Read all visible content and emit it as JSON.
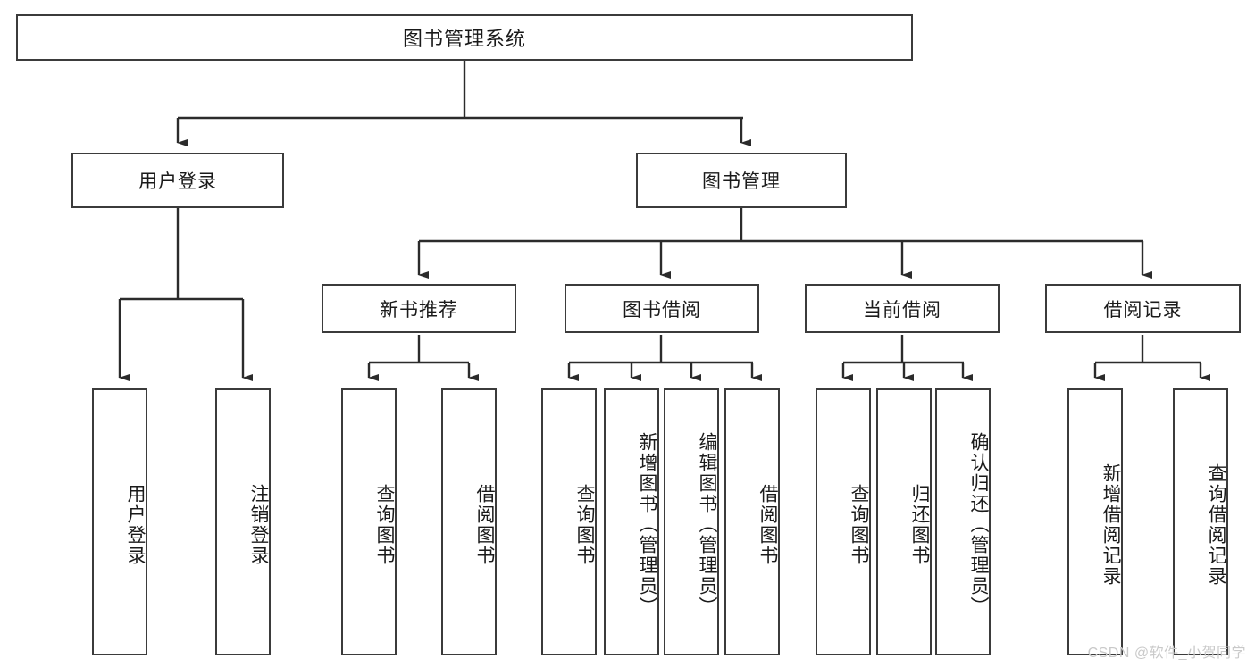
{
  "diagram": {
    "title": "图书管理系统",
    "type": "tree-hierarchy",
    "watermark": "CSDN @软件_小贺同学",
    "colors": {
      "box_border": "#3b3b3b",
      "box_fill": "#ffffff",
      "edge": "#2b2b2b",
      "text": "#1a1a1a",
      "watermark": "#c9c9c9",
      "background": "#ffffff"
    },
    "nodes": {
      "root": {
        "label": "图书管理系统"
      },
      "level2": [
        {
          "id": "user-login",
          "label": "用户登录"
        },
        {
          "id": "book-manage",
          "label": "图书管理"
        }
      ],
      "level3": [
        {
          "id": "new-book-recommend",
          "label": "新书推荐"
        },
        {
          "id": "book-borrow",
          "label": "图书借阅"
        },
        {
          "id": "current-borrow",
          "label": "当前借阅"
        },
        {
          "id": "borrow-record",
          "label": "借阅记录"
        }
      ],
      "leaves": {
        "user-login": [
          {
            "id": "leaf-user-login",
            "label": "用户登录"
          },
          {
            "id": "leaf-logout",
            "label": "注销登录"
          }
        ],
        "new-book-recommend": [
          {
            "id": "leaf-query-book-1",
            "label": "查询图书"
          },
          {
            "id": "leaf-borrow-book-1",
            "label": "借阅图书"
          }
        ],
        "book-borrow": [
          {
            "id": "leaf-query-book-2",
            "label": "查询图书"
          },
          {
            "id": "leaf-add-book",
            "label": "新增图书（管理员）"
          },
          {
            "id": "leaf-edit-book",
            "label": "编辑图书（管理员）"
          },
          {
            "id": "leaf-borrow-book-2",
            "label": "借阅图书"
          }
        ],
        "current-borrow": [
          {
            "id": "leaf-query-book-3",
            "label": "查询图书"
          },
          {
            "id": "leaf-return-book",
            "label": "归还图书"
          },
          {
            "id": "leaf-confirm-return",
            "label": "确认归还（管理员）"
          }
        ],
        "borrow-record": [
          {
            "id": "leaf-add-record",
            "label": "新增借阅记录"
          },
          {
            "id": "leaf-query-record",
            "label": "查询借阅记录"
          }
        ]
      }
    }
  }
}
